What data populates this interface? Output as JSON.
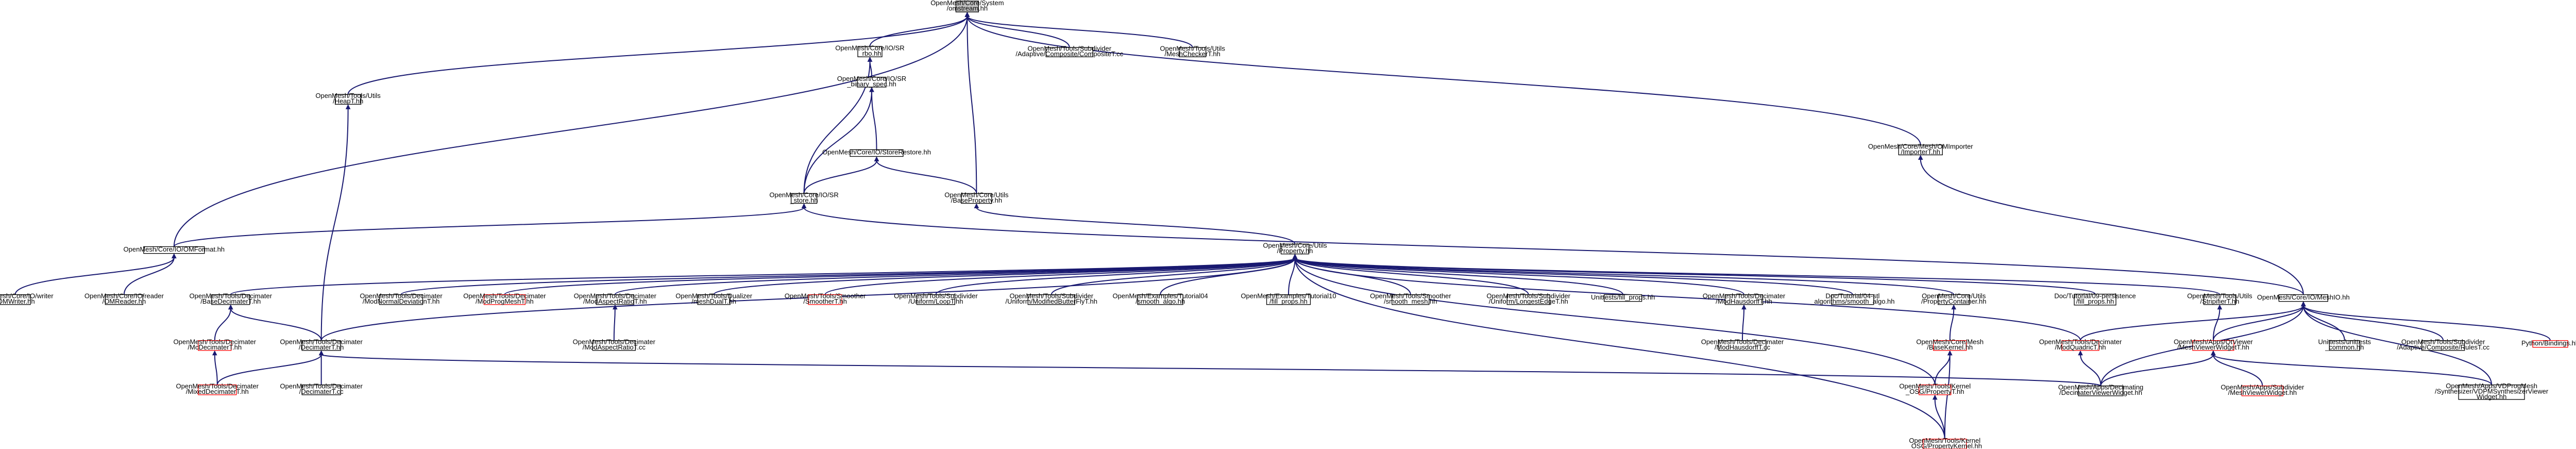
{
  "palette": {
    "edge": "#191970",
    "node_border": "#000000",
    "node_border_undocumented": "#ff0000",
    "root_fill": "#bfbfbf",
    "node_fill": "#ffffff"
  },
  "nodes": [
    {
      "id": "n_root",
      "lines": [
        "OpenMesh/Core/System",
        "/omstream.hh"
      ],
      "style": "root"
    },
    {
      "id": "n_sr_io",
      "lines": [
        "OpenMesh/Core/IO/SR",
        "_rbo.hh"
      ],
      "style": "normal"
    },
    {
      "id": "n_sub_composite",
      "lines": [
        "OpenMesh/Tools/Subdivider",
        "/Adaptive/Composite/CompositeT.cc"
      ],
      "style": "normal"
    },
    {
      "id": "n_meshchecker",
      "lines": [
        "OpenMesh/Tools/Utils",
        "/MeshCheckerT.hh"
      ],
      "style": "normal"
    },
    {
      "id": "n_heapt",
      "lines": [
        "OpenMesh/Tools/Utils",
        "/HeapT.hh"
      ],
      "style": "normal"
    },
    {
      "id": "n_sr_binary",
      "lines": [
        "OpenMesh/Core/IO/SR",
        "_binary_spec.hh"
      ],
      "style": "normal"
    },
    {
      "id": "n_storerestore",
      "lines": [
        "OpenMesh/Core/IO/StoreRestore.hh"
      ],
      "style": "normal"
    },
    {
      "id": "n_omimporter",
      "lines": [
        "OpenMesh/Core/Mesh/OMImporter",
        "/ImporterT.hh"
      ],
      "style": "normal"
    },
    {
      "id": "n_sr_store",
      "lines": [
        "OpenMesh/Core/IO/SR",
        "_store.hh"
      ],
      "style": "normal"
    },
    {
      "id": "n_baseprop",
      "lines": [
        "OpenMesh/Core/Utils",
        "/BaseProperty.hh"
      ],
      "style": "normal"
    },
    {
      "id": "n_omformat",
      "lines": [
        "OpenMesh/Core/IO/OMFormat.hh"
      ],
      "style": "normal"
    },
    {
      "id": "n_propertyhh",
      "lines": [
        "OpenMesh/Core/Utils",
        "/Property.hh"
      ],
      "style": "normal"
    },
    {
      "id": "n_omwriter",
      "lines": [
        "OpenMesh/Core/IO/writer",
        "/OMWriter.hh"
      ],
      "style": "normal"
    },
    {
      "id": "n_omreader",
      "lines": [
        "OpenMesh/Core/IO/reader",
        "/OMReader.hh"
      ],
      "style": "normal"
    },
    {
      "id": "n_basedecimater",
      "lines": [
        "OpenMesh/Tools/Decimater",
        "/BaseDecimaterT.hh"
      ],
      "style": "normal"
    },
    {
      "id": "n_modnormaldev",
      "lines": [
        "OpenMesh/Tools/Decimater",
        "/ModNormalDeviationT.hh"
      ],
      "style": "normal"
    },
    {
      "id": "n_modprogmesh",
      "lines": [
        "OpenMesh/Tools/Decimater",
        "/ModProgMeshT.hh"
      ],
      "style": "undoc"
    },
    {
      "id": "n_modaspectratio",
      "lines": [
        "OpenMesh/Tools/Decimater",
        "/ModAspectRatioT.hh"
      ],
      "style": "normal"
    },
    {
      "id": "n_meshdual",
      "lines": [
        "OpenMesh/Tools/Dualizer",
        "/meshDualT.hh"
      ],
      "style": "normal"
    },
    {
      "id": "n_smoothert",
      "lines": [
        "OpenMesh/Tools/Smoother",
        "/SmootherT.hh"
      ],
      "style": "undoc"
    },
    {
      "id": "n_sub_loopt",
      "lines": [
        "OpenMesh/Tools/Subdivider",
        "/Uniform/LoopT.hh"
      ],
      "style": "normal"
    },
    {
      "id": "n_sub_butterfly",
      "lines": [
        "OpenMesh/Tools/Subdivider",
        "/Uniform/ModifiedButterFlyT.hh"
      ],
      "style": "normal"
    },
    {
      "id": "n_tut04",
      "lines": [
        "OpenMesh/Examples/Tutorial04",
        "/smooth_algo.hh"
      ],
      "style": "normal"
    },
    {
      "id": "n_tut10",
      "lines": [
        "OpenMesh/Examples/Tutorial10",
        "/fill_props.hh"
      ],
      "style": "normal"
    },
    {
      "id": "n_smooth_mesh",
      "lines": [
        "OpenMesh/Tools/Smoother",
        "/smooth_mesh.hh"
      ],
      "style": "normal"
    },
    {
      "id": "n_longestedge",
      "lines": [
        "OpenMesh/Tools/Subdivider",
        "/Uniform/LongestEdgeT.hh"
      ],
      "style": "normal"
    },
    {
      "id": "n_unittests_fill",
      "lines": [
        "Unittests/fill_props.hh"
      ],
      "style": "normal"
    },
    {
      "id": "n_modhausdorff",
      "lines": [
        "OpenMesh/Tools/Decimater",
        "/ModHausdorffT.hh"
      ],
      "style": "normal"
    },
    {
      "id": "n_doc_smooth",
      "lines": [
        "Doc/Tutorial/04-stl",
        "_algorithms/smooth_algo.hh"
      ],
      "style": "normal"
    },
    {
      "id": "n_propcontainer",
      "lines": [
        "OpenMesh/Core/Utils",
        "/PropertyContainer.hh"
      ],
      "style": "normal"
    },
    {
      "id": "n_doc_persist",
      "lines": [
        "Doc/Tutorial/09-persistence",
        "/fill_props.hh"
      ],
      "style": "normal"
    },
    {
      "id": "n_stripifier",
      "lines": [
        "OpenMesh/Tools/Utils",
        "/StripifierT.hh"
      ],
      "style": "normal"
    },
    {
      "id": "n_baseio",
      "lines": [
        "OpenMesh/Core/IO/MeshIO.hh"
      ],
      "style": "normal"
    },
    {
      "id": "n_mcdecimater",
      "lines": [
        "OpenMesh/Tools/Decimater",
        "/McDecimaterT.hh"
      ],
      "style": "undoc"
    },
    {
      "id": "n_decimatert",
      "lines": [
        "OpenMesh/Tools/Decimater",
        "/DecimaterT.hh"
      ],
      "style": "normal"
    },
    {
      "id": "n_modaspect_cc",
      "lines": [
        "OpenMesh/Tools/Decimater",
        "/ModAspectRatioT.cc"
      ],
      "style": "normal"
    },
    {
      "id": "n_modhausdorff_cc",
      "lines": [
        "OpenMesh/Tools/Decimater",
        "/ModHausdorffT.cc"
      ],
      "style": "normal"
    },
    {
      "id": "n_basekernel",
      "lines": [
        "OpenMesh/Core/Mesh",
        "/BaseKernel.hh"
      ],
      "style": "undoc"
    },
    {
      "id": "n_modquadric",
      "lines": [
        "OpenMesh/Tools/Decimater",
        "/ModQuadricT.hh"
      ],
      "style": "undoc"
    },
    {
      "id": "n_qtviewer",
      "lines": [
        "OpenMesh/Apps/QtViewer",
        "/MeshViewerWidgetT.hh"
      ],
      "style": "undoc"
    },
    {
      "id": "n_unittests_common",
      "lines": [
        "Unittests/unittests",
        "_common.hh"
      ],
      "style": "normal"
    },
    {
      "id": "n_sub_rulest",
      "lines": [
        "OpenMesh/Tools/Subdivider",
        "/Adaptive/Composite/RulesT.cc"
      ],
      "style": "normal"
    },
    {
      "id": "n_pybindings",
      "lines": [
        "Python/Bindings.hh"
      ],
      "style": "undoc"
    },
    {
      "id": "n_mixeddecimater",
      "lines": [
        "OpenMesh/Tools/Decimater",
        "/MixedDecimaterT.hh"
      ],
      "style": "undoc"
    },
    {
      "id": "n_decimatert_cc",
      "lines": [
        "OpenMesh/Tools/Decimater",
        "/DecimaterT.cc"
      ],
      "style": "normal"
    },
    {
      "id": "n_kernel_property",
      "lines": [
        "OpenMesh/Tools/Kernel",
        "_OSG/PropertyT.hh"
      ],
      "style": "undoc"
    },
    {
      "id": "n_decimatingviewer",
      "lines": [
        "OpenMesh/Apps/Decimating",
        "/DecimaterViewerWidget.hh"
      ],
      "style": "normal"
    },
    {
      "id": "n_subdivider_viewer",
      "lines": [
        "OpenMesh/Apps/Subdivider",
        "/MeshViewerWidget.hh"
      ],
      "style": "undoc"
    },
    {
      "id": "n_vdpm_viewer",
      "lines": [
        "OpenMesh/Apps/VDProgMesh",
        "/Synthesizer/VDPMSynthesizerViewer",
        "Widget.hh"
      ],
      "style": "normal"
    },
    {
      "id": "n_kernel_propkernel",
      "lines": [
        "OpenMesh/Tools/Kernel",
        "_OSG/PropertyKernel.hh"
      ],
      "style": "undoc"
    }
  ]
}
